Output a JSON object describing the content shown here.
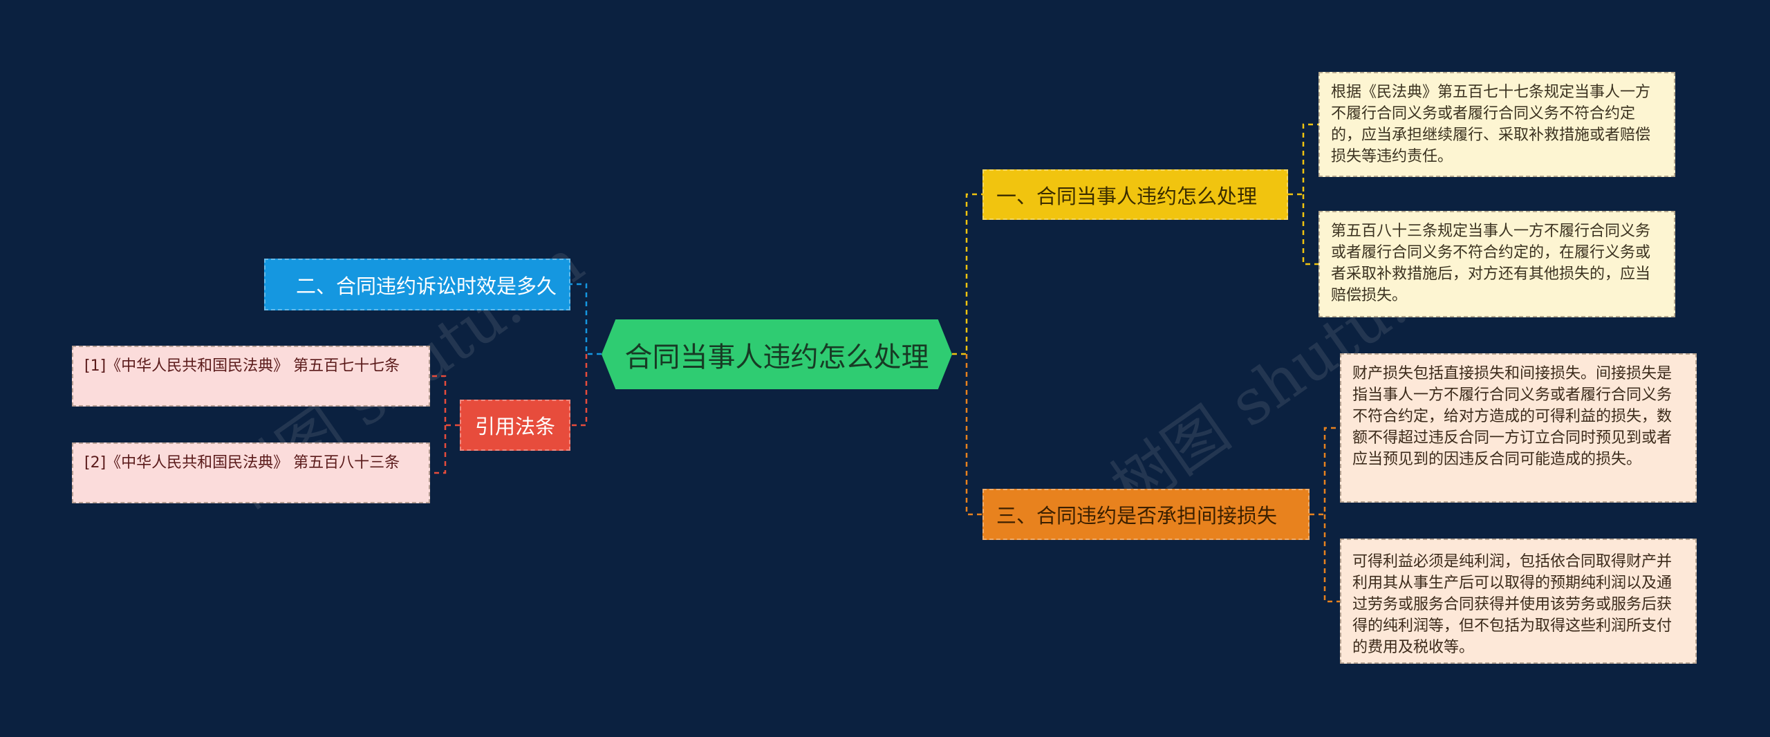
{
  "center": {
    "label": "合同当事人违约怎么处理",
    "color": "#2fcc72"
  },
  "branches": [
    {
      "label": "一、合同当事人违约怎么处理",
      "color": "#f1c40f",
      "children": [
        "根据《民法典》第五百七十七条规定当事人一方不履行合同义务或者履行合同义务不符合约定的，应当承担继续履行、采取补救措施或者赔偿损失等违约责任。",
        "第五百八十三条规定当事人一方不履行合同义务或者履行合同义务不符合约定的，在履行义务或者采取补救措施后，对方还有其他损失的，应当赔偿损失。"
      ]
    },
    {
      "label": "二、合同违约诉讼时效是多久",
      "color": "#1597e0",
      "children": []
    },
    {
      "label": "三、合同违约是否承担间接损失",
      "color": "#e8821e",
      "children": [
        "财产损失包括直接损失和间接损失。间接损失是指当事人一方不履行合同义务或者履行合同义务不符合约定，给对方造成的可得利益的损失，数额不得超过违反合同一方订立合同时预见到或者应当预见到的因违反合同可能造成的损失。",
        "可得利益必须是纯利润，包括依合同取得财产并利用其从事生产后可以取得的预期纯利润以及通过劳务或服务合同获得并使用该劳务或服务后获得的纯利润等，但不包括为取得这些利润所支付的费用及税收等。"
      ]
    },
    {
      "label": "引用法条",
      "color": "#e74c3c",
      "children": [
        "[1]《中华人民共和国民法典》 第五百七十七条",
        "[2]《中华人民共和国民法典》 第五百八十三条"
      ]
    }
  ],
  "watermark": "树图 shutu.cn"
}
